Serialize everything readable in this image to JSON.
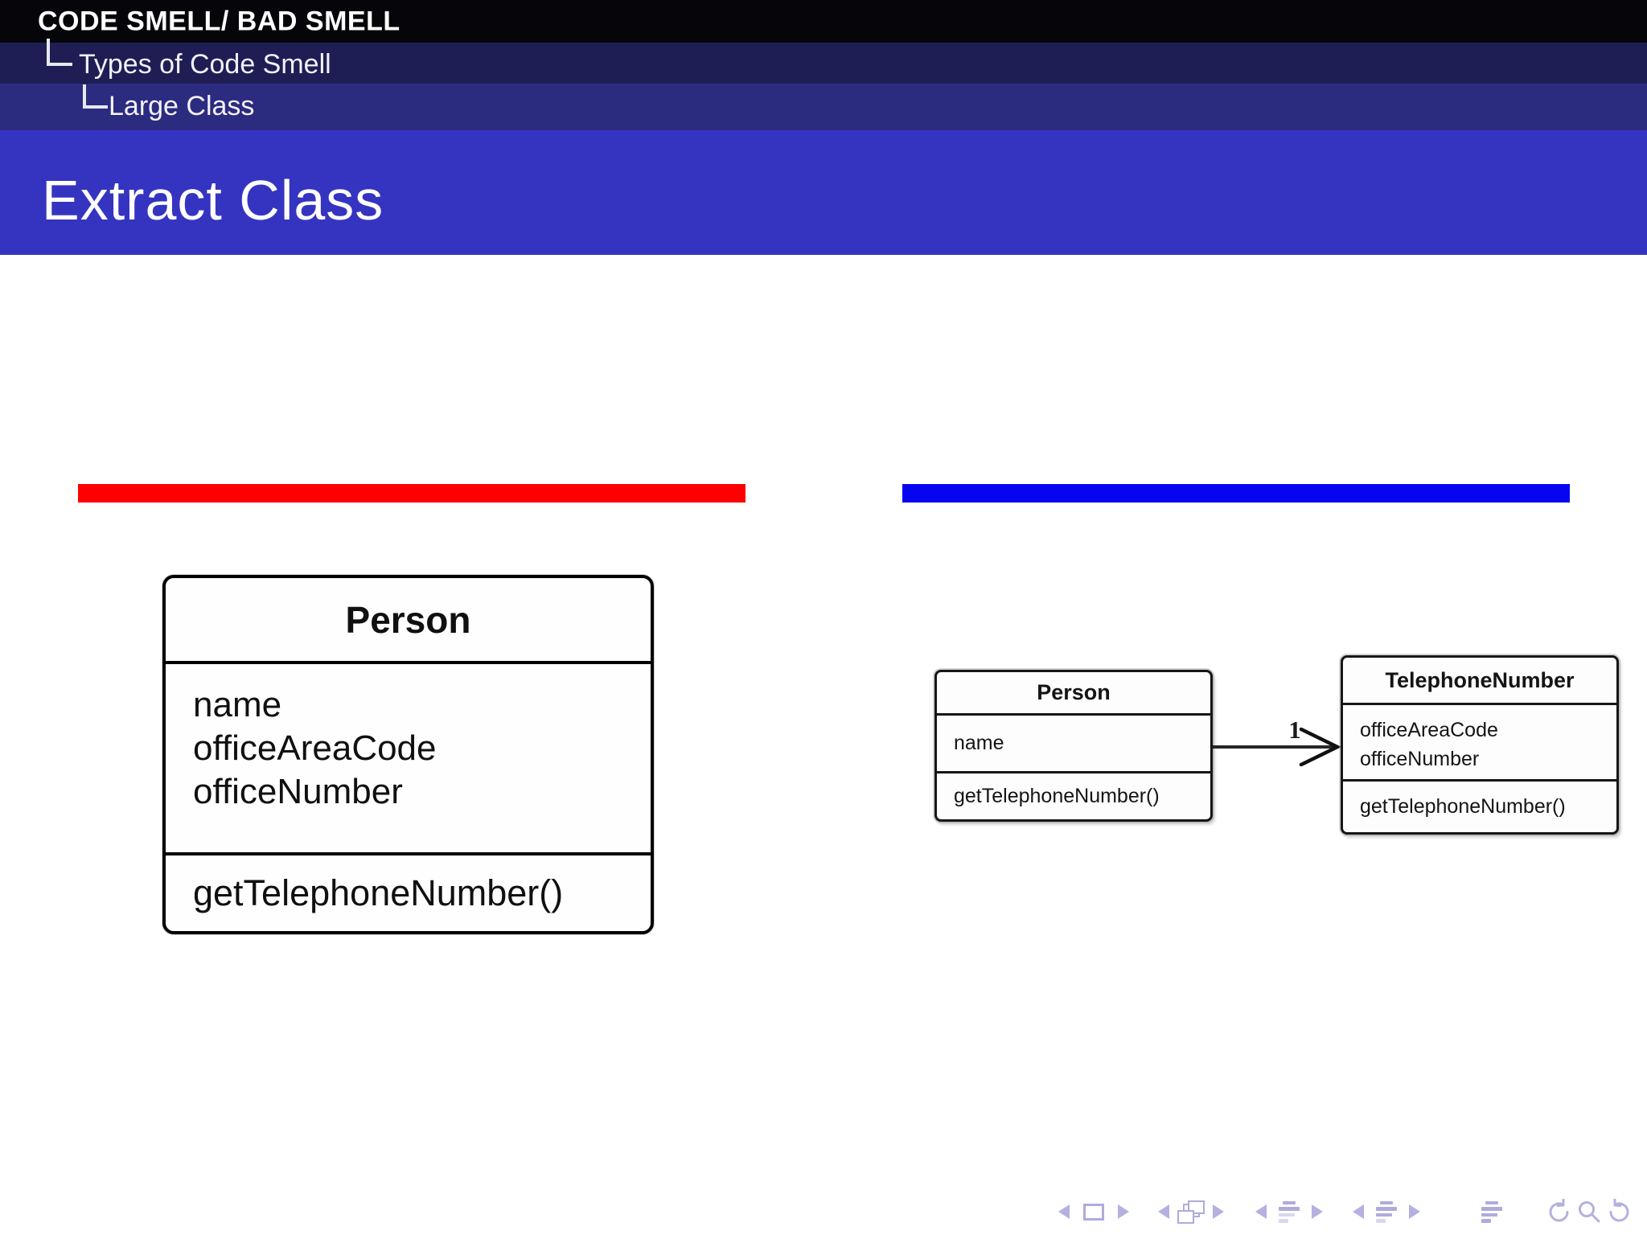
{
  "header": {
    "title": "CODE SMELL/ BAD SMELL",
    "breadcrumb": [
      "Types of Code Smell",
      "Large Class"
    ],
    "colors": {
      "bar1": "#06060a",
      "bar2": "#1e1e55",
      "bar3": "#2b2b80"
    }
  },
  "title_bar": {
    "text": "Extract Class",
    "color": "#3534c1"
  },
  "panels": {
    "before_accent": "#ff0000",
    "after_accent": "#0505f0"
  },
  "uml_before": {
    "name": "Person",
    "attributes": [
      "name",
      "officeAreaCode",
      "officeNumber"
    ],
    "methods": [
      "getTelephoneNumber()"
    ]
  },
  "uml_after": {
    "person": {
      "name": "Person",
      "attributes": [
        "name"
      ],
      "methods": [
        "getTelephoneNumber()"
      ]
    },
    "association": {
      "multiplicity": "1"
    },
    "telephone_number": {
      "name": "TelephoneNumber",
      "attributes": [
        "officeAreaCode",
        "officeNumber"
      ],
      "methods": [
        "getTelephoneNumber()"
      ]
    }
  },
  "nav": {
    "color": "#b4b1e0",
    "icons": [
      "prev-slide",
      "slide",
      "next-slide",
      "prev-frame",
      "frame-stack",
      "next-frame",
      "prev-section",
      "section-list",
      "next-section",
      "prev-subsection",
      "subsection-list",
      "next-subsection",
      "appendix",
      "back",
      "search",
      "forward"
    ]
  }
}
